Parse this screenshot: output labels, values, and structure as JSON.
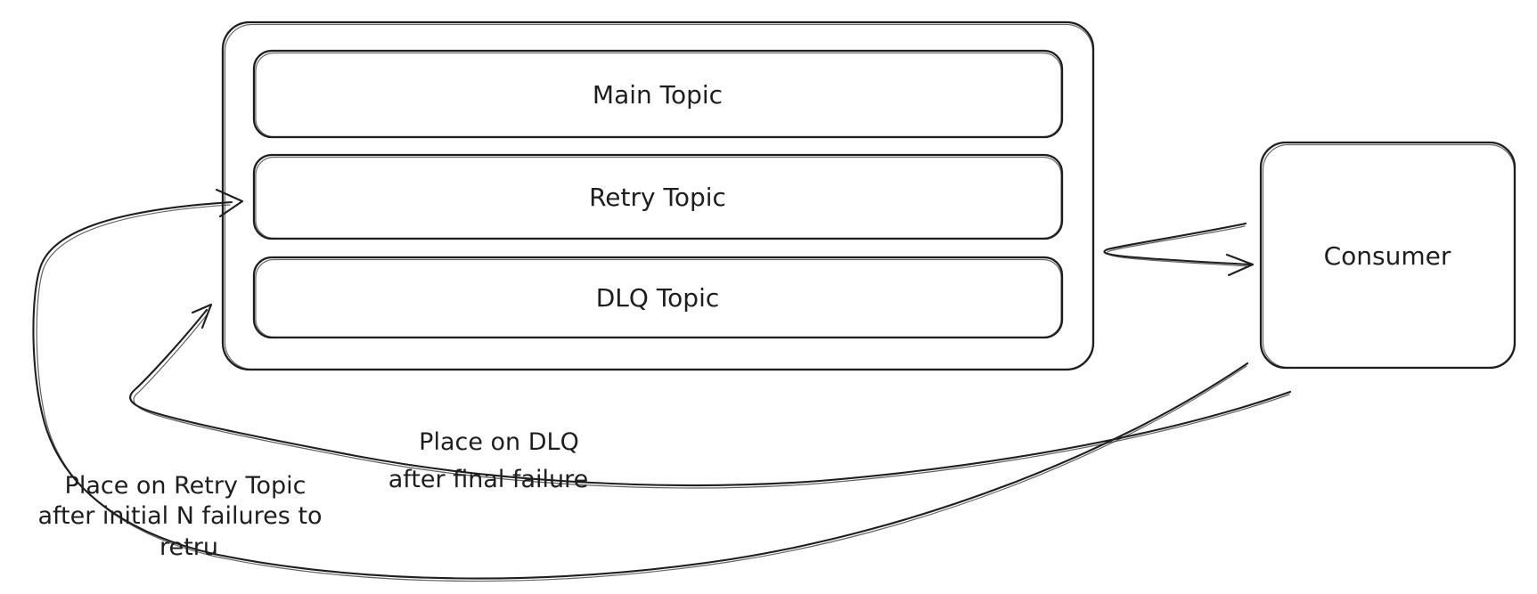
{
  "diagram": {
    "colors": {
      "stroke": "#1e1e1e",
      "background": "#ffffff"
    },
    "nodes": {
      "topics_container": {
        "label": ""
      },
      "main_topic": {
        "label": "Main Topic"
      },
      "retry_topic": {
        "label": "Retry Topic"
      },
      "dlq_topic": {
        "label": "DLQ Topic"
      },
      "consumer": {
        "label": "Consumer"
      }
    },
    "edges": [
      {
        "id": "consumer-arrow",
        "from": "topics-container",
        "to": "consumer"
      },
      {
        "id": "retry-arrow",
        "from": "consumer",
        "to": "retry-topic"
      },
      {
        "id": "dlq-arrow",
        "from": "consumer",
        "to": "dlq-topic"
      }
    ],
    "annotations": {
      "retry_note": {
        "line1": "Place on Retry Topic",
        "line2": "after initial N failures to",
        "line3": "retru"
      },
      "dlq_note": {
        "line1": "Place on DLQ",
        "line2": "after final failure"
      }
    }
  }
}
